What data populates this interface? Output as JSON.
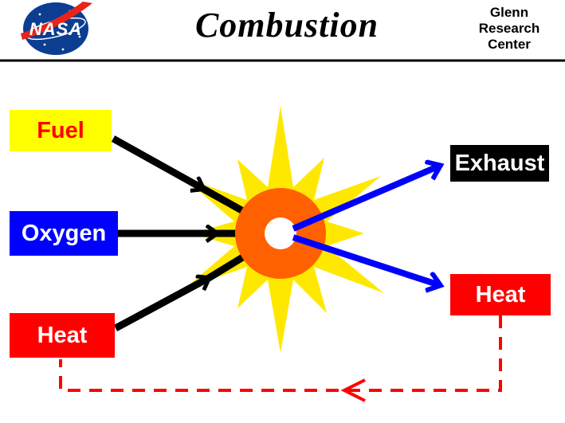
{
  "header": {
    "logo": "NASA",
    "title": "Combustion",
    "org": "Glenn\nResearch\nCenter"
  },
  "nodes": {
    "fuel": {
      "label": "Fuel"
    },
    "oxygen": {
      "label": "Oxygen"
    },
    "heat_in": {
      "label": "Heat"
    },
    "exhaust": {
      "label": "Exhaust"
    },
    "heat_out": {
      "label": "Heat"
    }
  },
  "colors": {
    "fuel_bg": "#FFFF00",
    "fuel_text": "#FF0000",
    "oxygen_bg": "#0000FF",
    "heat_bg": "#FF0000",
    "exhaust_bg": "#000000",
    "box_text": "#FFFFFF",
    "starburst": "#FFE800",
    "flame_core": "#FF6000",
    "flame_center": "#FFFFFF",
    "input_arrows": "#000000",
    "output_arrows": "#0000FF",
    "feedback_loop": "#FF0000",
    "nasa_blue": "#0B3D91"
  }
}
